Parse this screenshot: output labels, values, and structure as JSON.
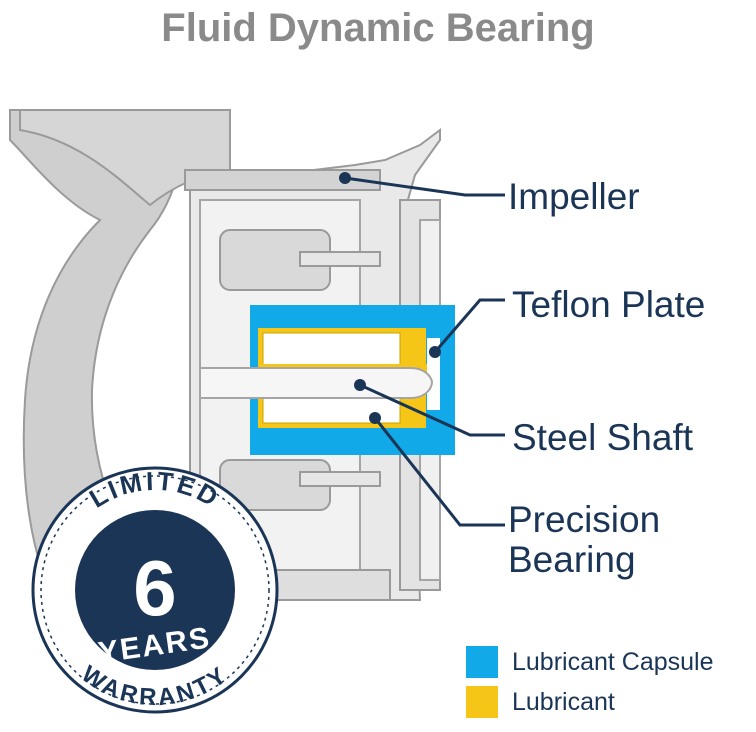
{
  "title": "Fluid Dynamic Bearing",
  "labels": {
    "impeller": "Impeller",
    "teflon_plate": "Teflon Plate",
    "steel_shaft": "Steel Shaft",
    "precision_bearing_line1": "Precision",
    "precision_bearing_line2": "Bearing"
  },
  "legend": [
    {
      "label": "Lubricant Capsule",
      "color": "#12a9e8"
    },
    {
      "label": "Lubricant",
      "color": "#f5c518"
    }
  ],
  "badge": {
    "top_text": "LIMITED",
    "number": "6",
    "years_text": "YEARS",
    "bottom_text": "WARRANTY",
    "color": "#1b3557"
  },
  "colors": {
    "navy": "#1b3557",
    "gray_title": "#8a8a8a",
    "capsule": "#12a9e8",
    "lubricant": "#f5c518"
  }
}
